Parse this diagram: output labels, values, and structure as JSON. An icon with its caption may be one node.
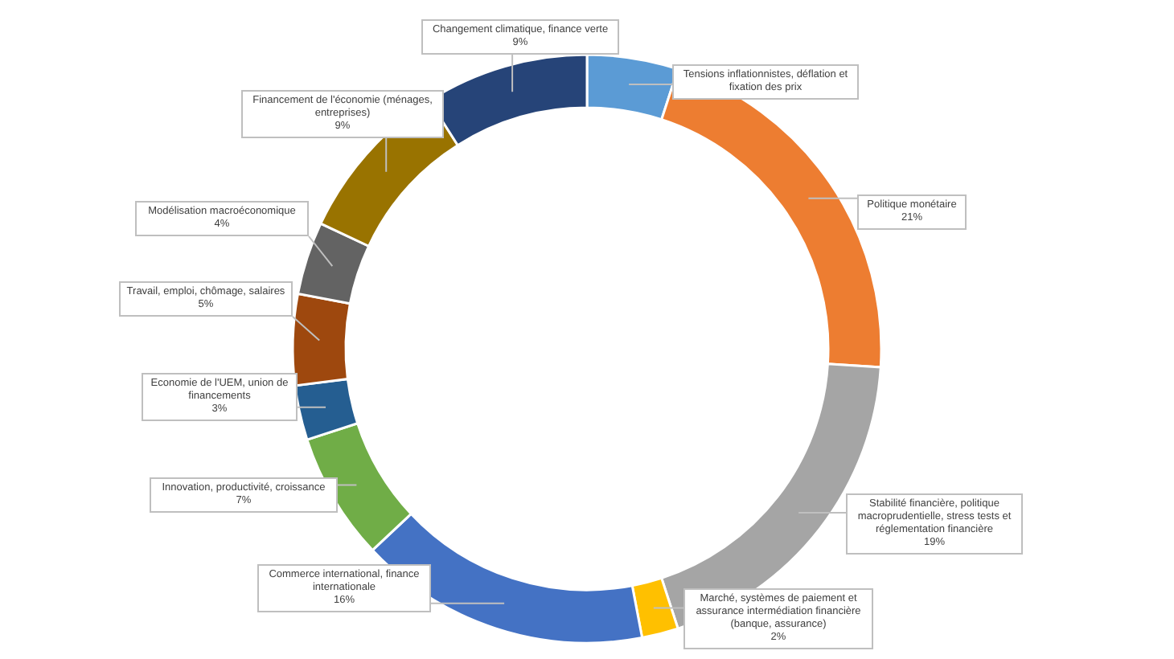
{
  "diagram": {
    "chart_data": {
      "type": "donut",
      "categories": [
        "Tensions inflationnistes, déflation et fixation des prix",
        "Politique monétaire",
        "Stabilité financière, politique macroprudentielle, stress tests et réglementation financière",
        "Marché, systèmes de paiement et assurance intermédiation financière (banque, assurance)",
        "Commerce international, finance internationale",
        "Innovation, productivité, croissance",
        "Economie de l'UEM, union de financements",
        "Travail, emploi, chômage, salaires",
        "Modélisation macroéconomique",
        "Financement de l'économie (ménages, entreprises)",
        "Changement climatique, finance verte"
      ],
      "values": [
        5,
        21,
        19,
        2,
        16,
        7,
        3,
        5,
        4,
        9,
        9
      ],
      "value_labels": [
        null,
        "21%",
        "19%",
        "2%",
        "16%",
        "7%",
        "3%",
        "5%",
        "4%",
        "9%",
        "9%"
      ]
    }
  }
}
